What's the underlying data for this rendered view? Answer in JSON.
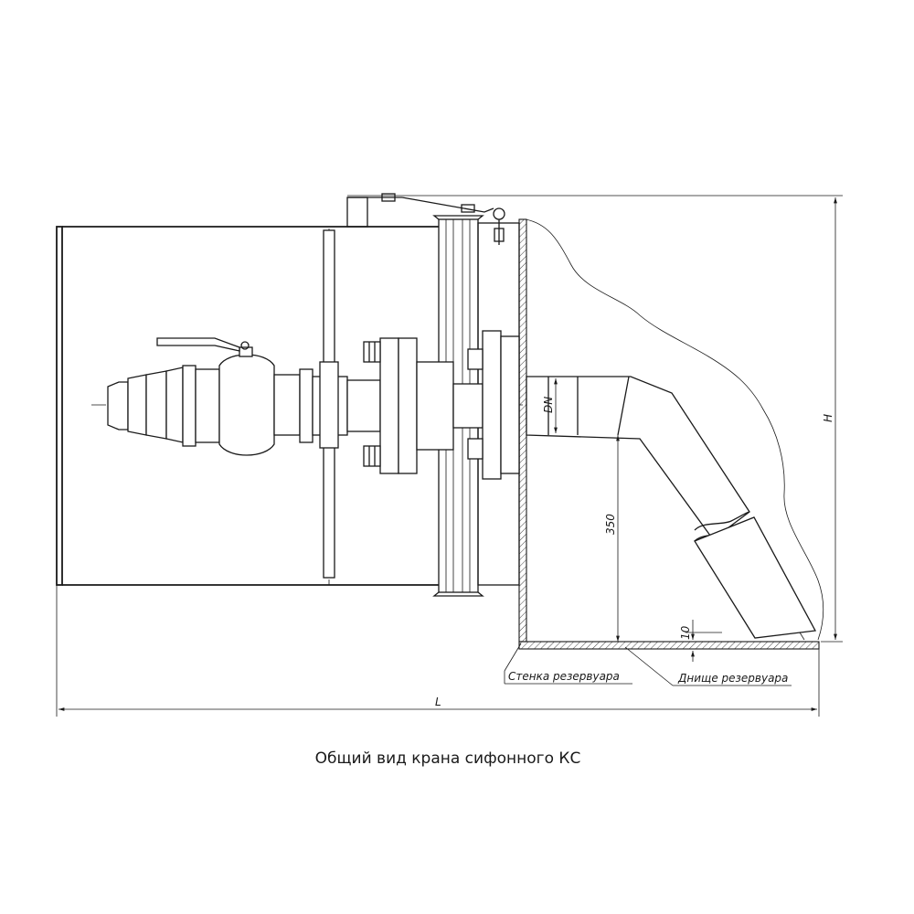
{
  "caption": "Общий вид крана сифонного КС",
  "dimensions": {
    "dn": "DN",
    "height_350": "350",
    "gap_10": "10",
    "height_h": "H",
    "length_l": "L"
  },
  "leaders": {
    "tank_wall": "Стенка резервуара",
    "tank_bottom": "Днище резервуара"
  }
}
